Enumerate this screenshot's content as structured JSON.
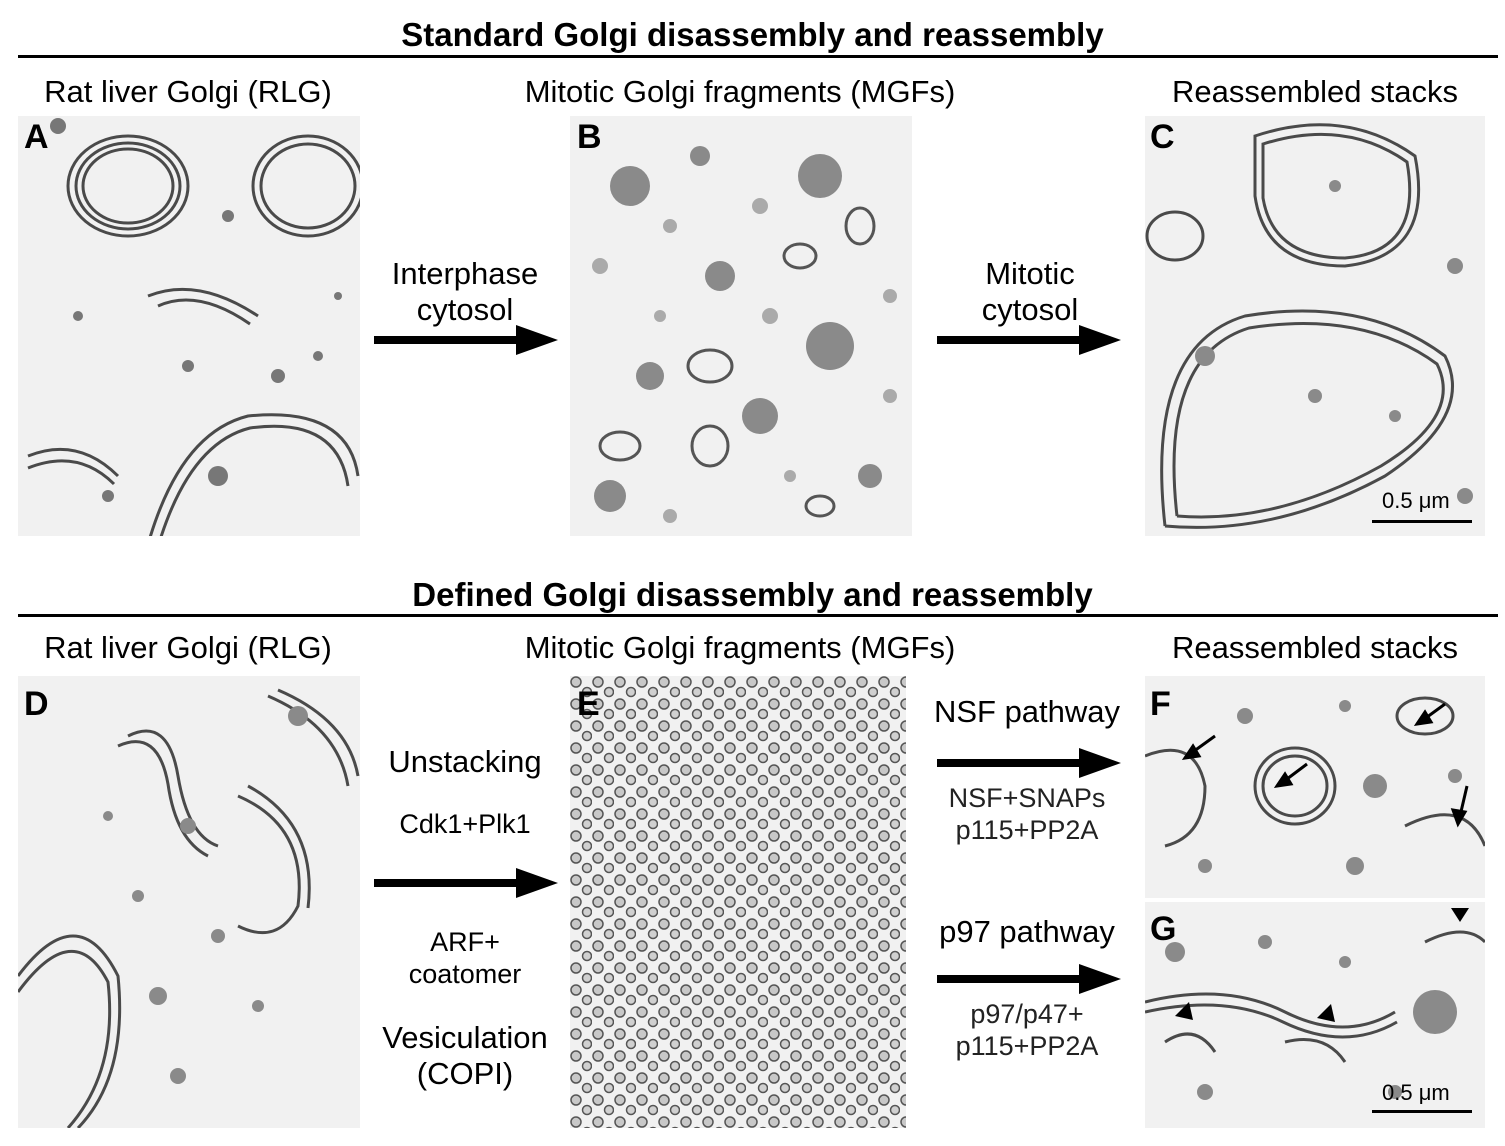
{
  "sections": [
    {
      "title": "Standard Golgi disassembly and reassembly",
      "captions": [
        "Rat liver Golgi (RLG)",
        "Mitotic Golgi fragments (MGFs)",
        "Reassembled stacks"
      ],
      "panels": [
        "A",
        "B",
        "C"
      ],
      "arrow1": {
        "line1": "Interphase",
        "line2": "cytosol"
      },
      "arrow2": {
        "line1": "Mitotic",
        "line2": "cytosol"
      },
      "scale_label": "0.5 μm"
    },
    {
      "title": "Defined Golgi disassembly and reassembly",
      "captions": [
        "Rat liver Golgi (RLG)",
        "Mitotic Golgi fragments (MGFs)",
        "Reassembled stacks"
      ],
      "panels": [
        "D",
        "E",
        "F",
        "G"
      ],
      "unstacking": {
        "label": "Unstacking",
        "factors": "Cdk1+Plk1"
      },
      "vesiculation": {
        "factors_line1": "ARF+",
        "factors_line2": "coatomer",
        "label_line1": "Vesiculation",
        "label_line2": "(COPI)"
      },
      "nsf": {
        "label": "NSF pathway",
        "factors_line1": "NSF+SNAPs",
        "factors_line2": "p115+PP2A"
      },
      "p97": {
        "label": "p97 pathway",
        "factors_line1": "p97/p47+",
        "factors_line2": "p115+PP2A"
      },
      "scale_label": "0.5 μm"
    }
  ],
  "colors": {
    "ink": "#000000",
    "micrograph_bg": "#f1f1f1",
    "membrane": "#4a4a4a"
  },
  "icons": [
    "right-arrow-icon",
    "pointer-arrow-icon",
    "arrowhead-icon"
  ]
}
